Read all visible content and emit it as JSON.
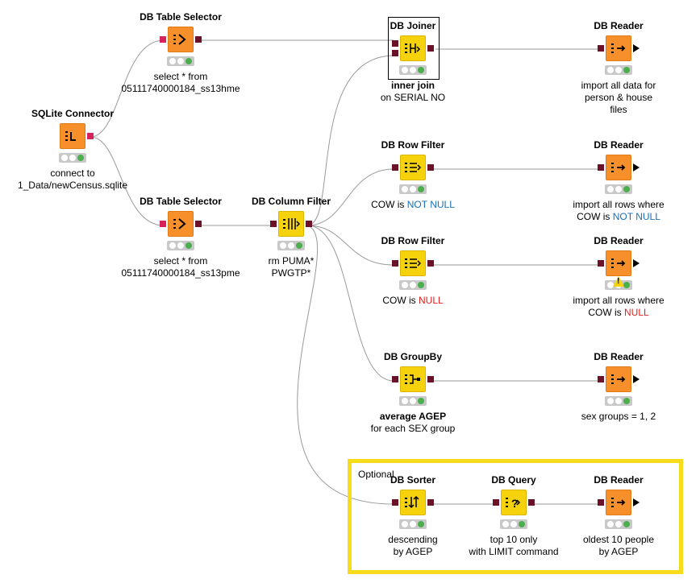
{
  "colors": {
    "source_node": "#f7902b",
    "manipulator_node": "#f5d20c",
    "connection_port": "#d6245a",
    "db_port": "#6b1128",
    "annotation_border": "#f7dc1b",
    "wire": "#9a9a9a",
    "status_green": "#4cae4c",
    "text_blue": "#1a6fb5",
    "text_red": "#e02020"
  },
  "annotation": {
    "label": "Optional"
  },
  "nodes": {
    "sqlite_connector": {
      "title": "SQLite Connector",
      "icon": "db-connector-icon",
      "desc_line1": "connect to",
      "desc_line2": "1_Data/newCensus.sqlite"
    },
    "table_selector_1": {
      "title": "DB Table Selector",
      "icon": "table-selector-icon",
      "desc_line1": "select * from",
      "desc_line2": "05111740000184_ss13hme"
    },
    "table_selector_2": {
      "title": "DB Table Selector",
      "icon": "table-selector-icon",
      "desc_line1": "select * from",
      "desc_line2": "05111740000184_ss13pme"
    },
    "column_filter": {
      "title": "DB Column Filter",
      "icon": "column-filter-icon",
      "desc_line1": "rm PUMA*",
      "desc_line2": "PWGTP*"
    },
    "joiner": {
      "title": "DB Joiner",
      "icon": "joiner-icon",
      "desc_line1": "inner join",
      "desc_line2": "on SERIAL NO"
    },
    "reader_1": {
      "title": "DB Reader",
      "icon": "reader-icon",
      "desc_line1": "import all data for",
      "desc_line2": "person & house",
      "desc_line3": "files"
    },
    "row_filter_1": {
      "title": "DB Row Filter",
      "icon": "row-filter-icon",
      "desc_prefix": "COW is ",
      "desc_highlight": "NOT NULL"
    },
    "reader_2": {
      "title": "DB Reader",
      "icon": "reader-icon",
      "desc_line1": "import all rows where",
      "desc_prefix": "COW is ",
      "desc_highlight": "NOT NULL"
    },
    "row_filter_2": {
      "title": "DB Row Filter",
      "icon": "row-filter-icon",
      "desc_prefix": "COW is ",
      "desc_highlight": "NULL"
    },
    "reader_3": {
      "title": "DB Reader",
      "icon": "reader-icon",
      "warning_icon": "warning-icon",
      "desc_line1": "import all rows where",
      "desc_prefix": "COW is ",
      "desc_highlight": "NULL"
    },
    "groupby": {
      "title": "DB GroupBy",
      "icon": "groupby-icon",
      "desc_line1": "average AGEP",
      "desc_line2": "for each SEX group"
    },
    "reader_4": {
      "title": "DB Reader",
      "icon": "reader-icon",
      "desc_line1": "sex groups = 1, 2"
    },
    "sorter": {
      "title": "DB Sorter",
      "icon": "sorter-icon",
      "desc_line1": "descending",
      "desc_line2": "by AGEP"
    },
    "query": {
      "title": "DB Query",
      "icon": "query-icon",
      "desc_line1": "top 10 only",
      "desc_line2": "with LIMIT command"
    },
    "reader_5": {
      "title": "DB Reader",
      "icon": "reader-icon",
      "desc_line1": "oldest 10 people",
      "desc_line2": "by AGEP"
    }
  }
}
